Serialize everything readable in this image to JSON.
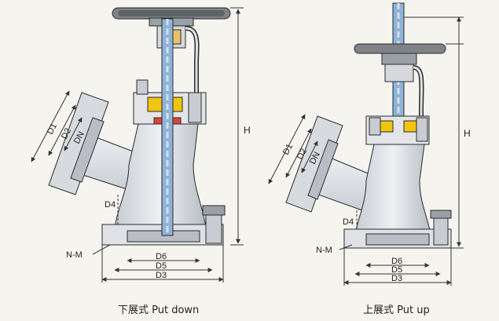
{
  "colors": {
    "line": "#2a2a2a",
    "body": "#dfe1e6",
    "body_dark": "#b9bdc6",
    "stem": "#8fb3d6",
    "stem_core": "#cfe0f2",
    "yellow": "#f1c40f",
    "red": "#d9453a",
    "dim": "#333333"
  },
  "left": {
    "caption": "下展式 Put down",
    "labels": {
      "D1": "D1",
      "D2": "D2",
      "DN": "DN",
      "D4": "D4",
      "NM": "N-M",
      "D6": "D6",
      "D5": "D5",
      "D3": "D3",
      "H": "H"
    }
  },
  "right": {
    "caption": "上展式 Put up",
    "labels": {
      "D1": "D1",
      "D2": "D2",
      "DN": "DN",
      "D4": "D4",
      "NM": "N-M",
      "D6": "D6",
      "D5": "D5",
      "D3": "D3",
      "H": "H"
    }
  }
}
